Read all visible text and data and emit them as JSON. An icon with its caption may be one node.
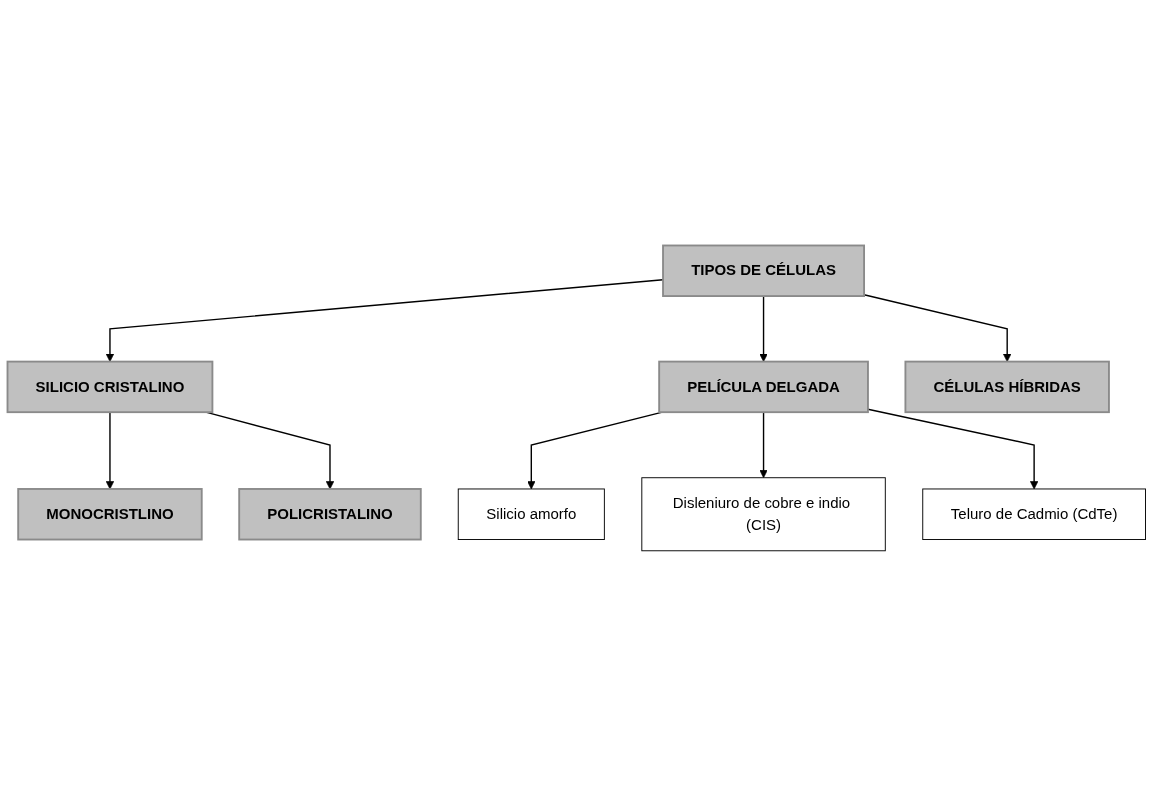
{
  "diagram": {
    "nodes": [
      {
        "text": [
          "TIPOS DE CÉLULAS"
        ]
      },
      {
        "text": [
          "SILICIO CRISTALINO"
        ]
      },
      {
        "text": [
          "PELÍCULA DELGADA"
        ]
      },
      {
        "text": [
          "CÉLULAS HÍBRIDAS"
        ]
      },
      {
        "text": [
          "MONOCRISTLINO"
        ]
      },
      {
        "text": [
          "POLICRISTALINO"
        ]
      },
      {
        "text": [
          "Silicio amorfo"
        ]
      },
      {
        "text": [
          "Disleniuro de cobre e indio (CIS)"
        ]
      },
      {
        "text": [
          "Teluro de Cadmio (CdTe)"
        ]
      }
    ],
    "edges": [
      {
        "from": 0,
        "to": 1,
        "arrow": "to"
      },
      {
        "from": 0,
        "to": 2,
        "arrow": "to"
      },
      {
        "from": 0,
        "to": 3,
        "arrow": "to"
      },
      {
        "from": 1,
        "to": 4,
        "arrow": "to"
      },
      {
        "from": 1,
        "to": 5,
        "arrow": "to"
      },
      {
        "from": 2,
        "to": 6,
        "arrow": "to"
      },
      {
        "from": 2,
        "to": 7,
        "arrow": "to"
      },
      {
        "from": 2,
        "to": 8,
        "arrow": "to"
      }
    ]
  }
}
